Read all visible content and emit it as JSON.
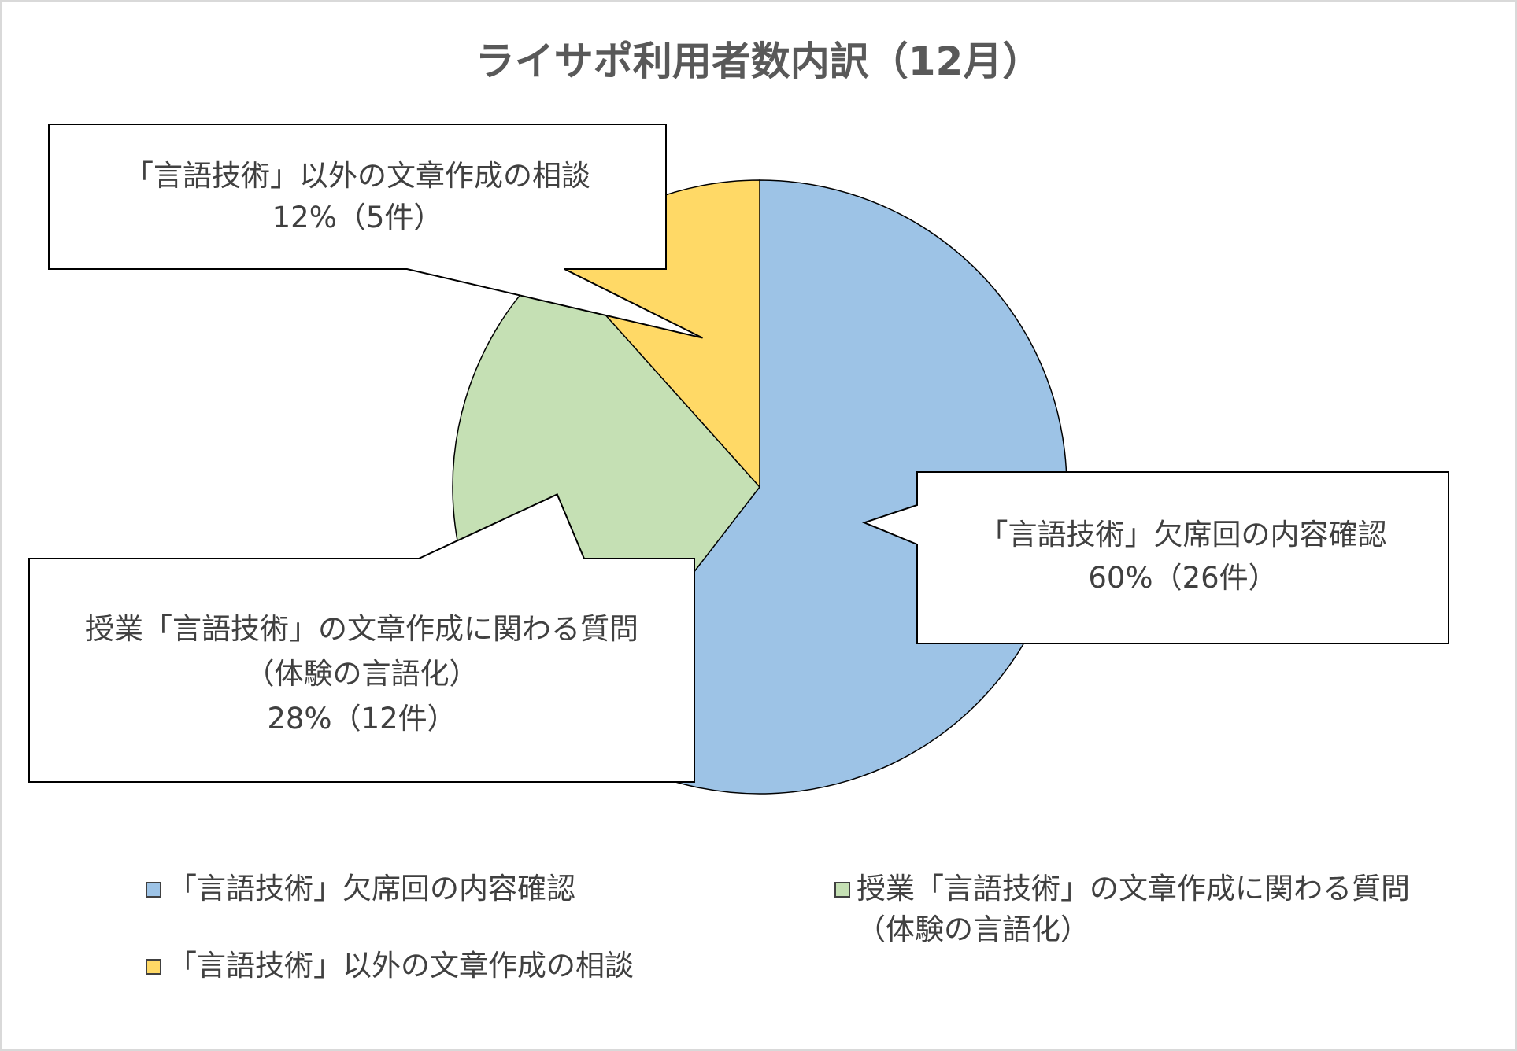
{
  "chart_data": {
    "type": "pie",
    "title": "ライサポ利用者数内訳（12月）",
    "slices": [
      {
        "name": "「言語技術」欠席回の内容確認",
        "percent_label": "60%（26件）",
        "value": 26,
        "color": "#9dc3e6"
      },
      {
        "name": "授業「言語技術」の文章作成に関わる質問（体験の言語化）",
        "label_lines": [
          "授業「言語技術」の文章作成に関わる質問",
          "（体験の言語化）"
        ],
        "percent_label": "28%（12件）",
        "value": 12,
        "color": "#c5e0b4"
      },
      {
        "name": "「言語技術」以外の文章作成の相談",
        "percent_label": "12%（5件）",
        "value": 5,
        "color": "#ffd966"
      }
    ],
    "legend": {
      "placement": "bottom",
      "entries": [
        {
          "lines": [
            "「言語技術」欠席回の内容確認"
          ],
          "color": "#9dc3e6"
        },
        {
          "lines": [
            "授業「言語技術」の文章作成に関わる質問",
            "（体験の言語化）"
          ],
          "color": "#c5e0b4"
        },
        {
          "lines": [
            "「言語技術」以外の文章作成の相談"
          ],
          "color": "#ffd966"
        }
      ]
    },
    "start_angle": "12 o'clock",
    "direction": "clockwise",
    "labels": "callouts"
  }
}
